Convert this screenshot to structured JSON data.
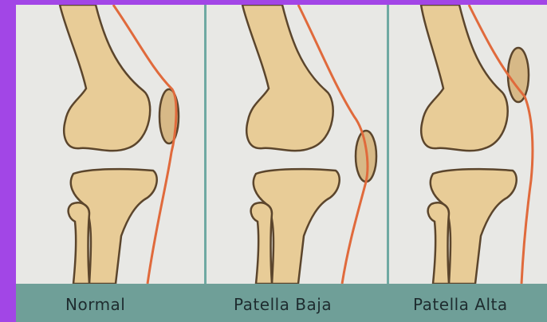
{
  "captions": {
    "normal": "Normal",
    "baja": "Patella Baja",
    "alta": "Patella Alta"
  },
  "colors": {
    "frame": "#a246e6",
    "bone_fill": "#e8cc97",
    "bone_stroke": "#5b452c",
    "tendon": "#e06a3c",
    "caption_bar": "#6f9f98",
    "panel_bg": "#e8e8e5",
    "divider": "#6fa9a2"
  }
}
